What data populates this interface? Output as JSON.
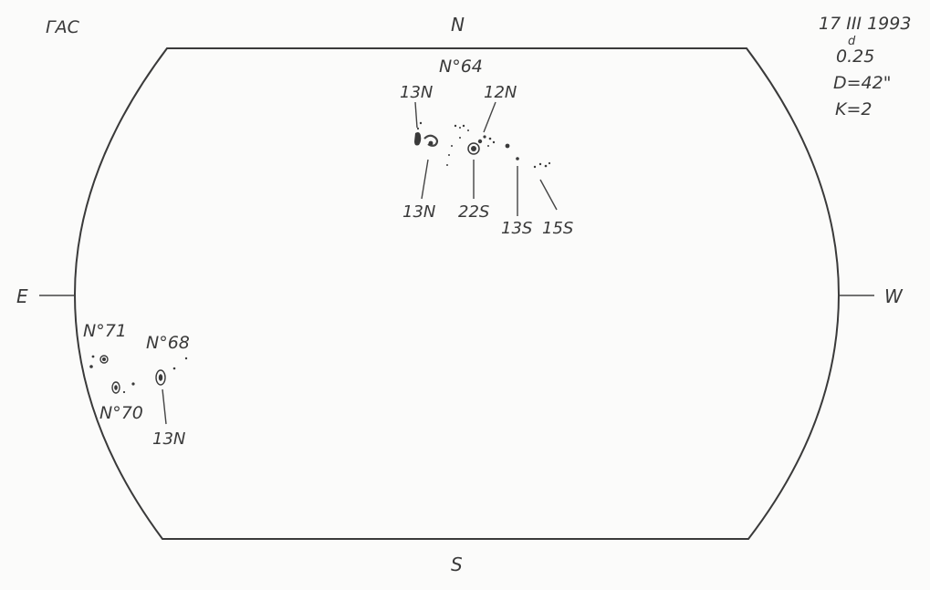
{
  "observatory": "ГАС",
  "observation": {
    "date": "17 III 1993",
    "time": "0.25",
    "time_mark": "d",
    "diameter": "D=42\"",
    "quality": "K=2"
  },
  "directions": {
    "north": "N",
    "south": "S",
    "east": "E",
    "west": "W"
  },
  "groups": [
    {
      "label": "N°64",
      "annotations": [
        "13N",
        "12N",
        "13N",
        "22S",
        "13S",
        "15S"
      ]
    },
    {
      "label": "N°71",
      "annotations": []
    },
    {
      "label": "N°68",
      "annotations": [
        "13N"
      ]
    },
    {
      "label": "N°70",
      "annotations": []
    }
  ],
  "colors": {
    "ink": "#3a3a3a",
    "paper": "#fbfbfa"
  }
}
